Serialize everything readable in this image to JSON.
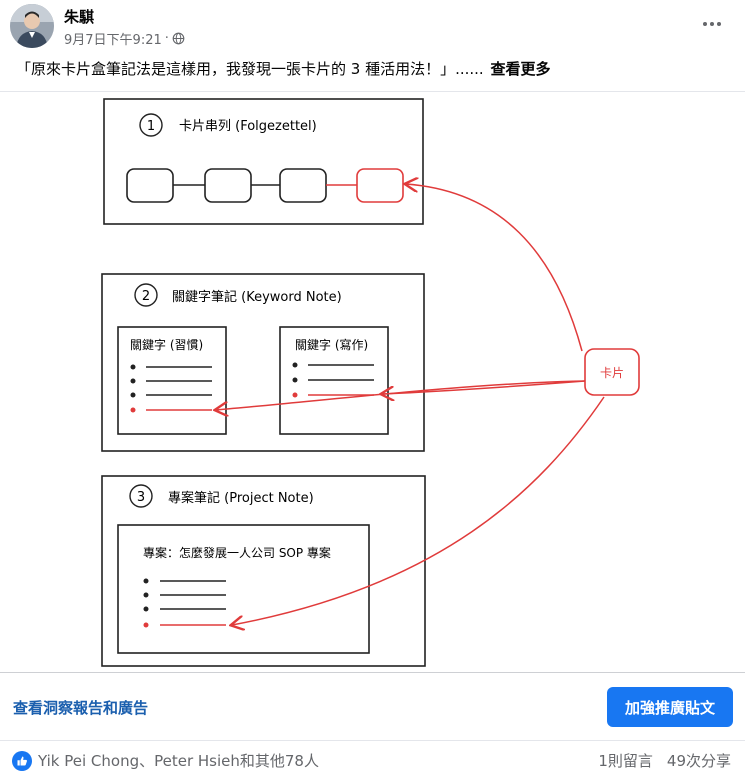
{
  "post": {
    "author": "朱騏",
    "timestamp": "9月7日下午9:21",
    "separator": "·",
    "privacy_icon": "globe-icon",
    "text": "「原來卡片盒筆記法是這樣用，我發現一張卡片的 3 種活用法！」......",
    "see_more": "查看更多"
  },
  "diagram": {
    "section1": {
      "number": "1",
      "title": "卡片串列 (Folgezettel)"
    },
    "section2": {
      "number": "2",
      "title": "關鍵字筆記 (Keyword Note)",
      "left_card": "關鍵字 (習慣)",
      "right_card": "關鍵字 (寫作)"
    },
    "section3": {
      "number": "3",
      "title": "專案筆記 (Project Note)",
      "card_title": "專案：怎麼發展一人公司 SOP 專案"
    },
    "source_card": "卡片",
    "accent_color": "#e03b3b"
  },
  "actions": {
    "insights": "查看洞察報告和廣告",
    "boost": "加強推廣貼文"
  },
  "footer": {
    "reaction_icon": "like-icon",
    "reactions": "Yik Pei Chong、Peter Hsieh和其他78人",
    "comments": "1則留言",
    "shares": "49次分享"
  }
}
